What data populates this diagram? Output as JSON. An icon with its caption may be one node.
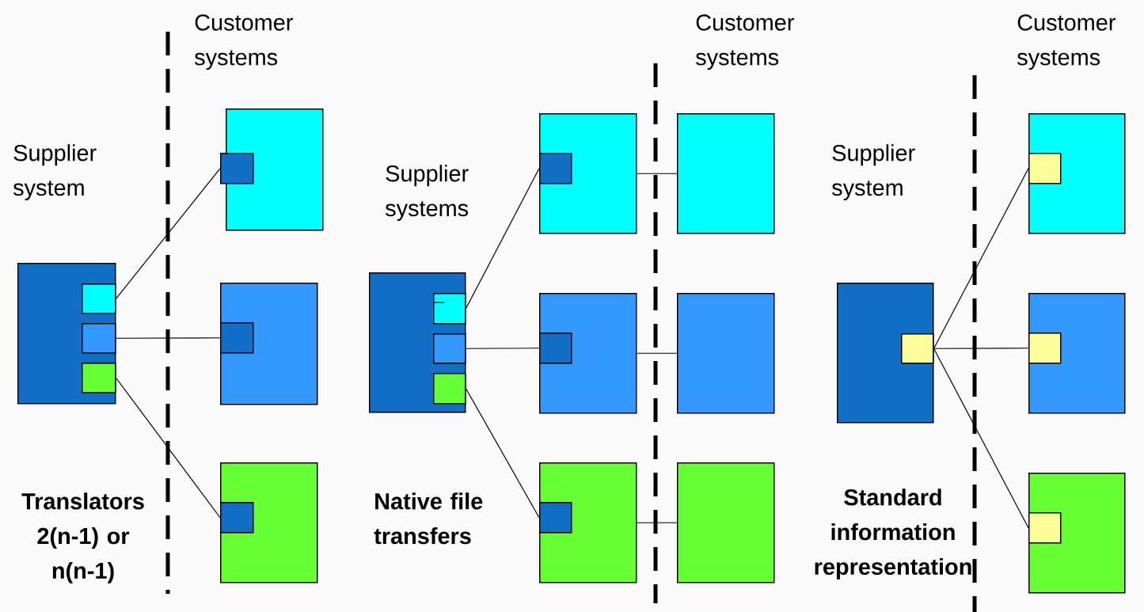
{
  "diagram": {
    "nodes": [
      {
        "text": [],
        "shape": "box"
      },
      {
        "text": [],
        "shape": "box",
        "in": 0
      },
      {
        "text": [],
        "shape": "box",
        "in": 0
      },
      {
        "text": [],
        "shape": "box",
        "in": 0
      },
      {
        "text": [],
        "shape": "box"
      },
      {
        "text": [],
        "shape": "box",
        "in": 4
      },
      {
        "text": [],
        "shape": "box"
      },
      {
        "text": [],
        "shape": "box",
        "in": 6
      },
      {
        "text": [],
        "shape": "box"
      },
      {
        "text": [],
        "shape": "box",
        "in": 8
      },
      {
        "text": [],
        "shape": "box"
      },
      {
        "text": [],
        "shape": "box",
        "in": 10
      },
      {
        "text": [],
        "shape": "box",
        "in": 10
      },
      {
        "text": [],
        "shape": "box",
        "in": 10
      },
      {
        "text": [],
        "shape": "box"
      },
      {
        "text": [],
        "shape": "box",
        "in": 14
      },
      {
        "text": [],
        "shape": "box"
      },
      {
        "text": [],
        "shape": "box",
        "in": 16
      },
      {
        "text": [],
        "shape": "box"
      },
      {
        "text": [],
        "shape": "box",
        "in": 18
      },
      {
        "text": [],
        "shape": "box"
      },
      {
        "text": [],
        "shape": "box"
      },
      {
        "text": [],
        "shape": "box"
      },
      {
        "text": [],
        "shape": "box"
      },
      {
        "text": [],
        "shape": "box",
        "in": 23
      },
      {
        "text": [],
        "shape": "box"
      },
      {
        "text": [],
        "shape": "box",
        "in": 25
      },
      {
        "text": [],
        "shape": "box"
      },
      {
        "text": [],
        "shape": "box",
        "in": 27
      },
      {
        "text": [],
        "shape": "box"
      },
      {
        "text": [],
        "shape": "box",
        "in": 29
      }
    ],
    "edges": [
      {
        "from": 1,
        "to": 5,
        "arrow": "none"
      },
      {
        "from": 2,
        "to": 7,
        "arrow": "none"
      },
      {
        "from": 3,
        "to": 9,
        "arrow": "none"
      },
      {
        "from": 11,
        "to": 15,
        "arrow": "none"
      },
      {
        "from": 12,
        "to": 17,
        "arrow": "none"
      },
      {
        "from": 13,
        "to": 19,
        "arrow": "none"
      },
      {
        "from": 14,
        "to": 20,
        "arrow": "none"
      },
      {
        "from": 16,
        "to": 21,
        "arrow": "none"
      },
      {
        "from": 18,
        "to": 22,
        "arrow": "none"
      },
      {
        "from": 24,
        "to": 26,
        "arrow": "none"
      },
      {
        "from": 24,
        "to": 28,
        "arrow": "none"
      },
      {
        "from": 24,
        "to": 30,
        "arrow": "none"
      }
    ],
    "labels": [
      "Customer systems",
      "Customer systems",
      "Customer systems",
      "Supplier system",
      "Supplier systems",
      "Supplier system",
      "Translators 2(n-1) or n(n-1)",
      "Native file transfers",
      "Standard information representation"
    ]
  }
}
